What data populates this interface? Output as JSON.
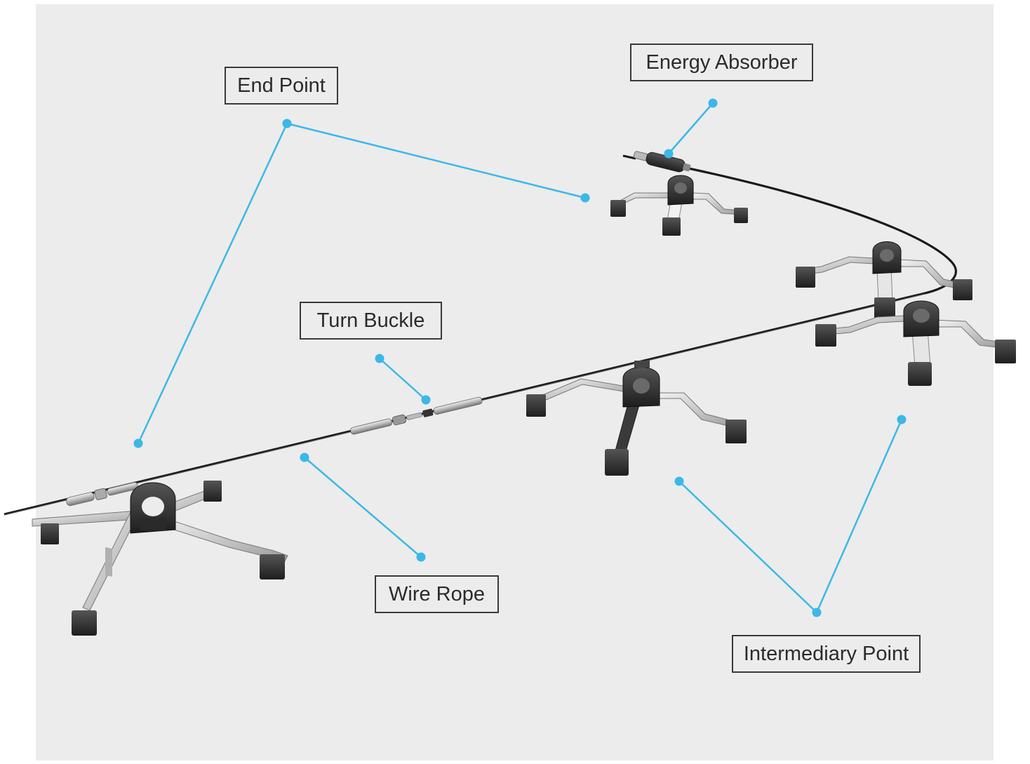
{
  "labels": {
    "end_point": "End Point",
    "energy_absorber": "Energy Absorber",
    "turn_buckle": "Turn Buckle",
    "wire_rope": "Wire Rope",
    "intermediary_point": "Intermediary Point"
  },
  "colors": {
    "background": "#ececec",
    "callout": "#3bb8e8",
    "label_border": "#3a3a3a",
    "cable": "#1a1a1a",
    "metal": "#d6d6d6",
    "bracket": "#2a2a2a"
  }
}
